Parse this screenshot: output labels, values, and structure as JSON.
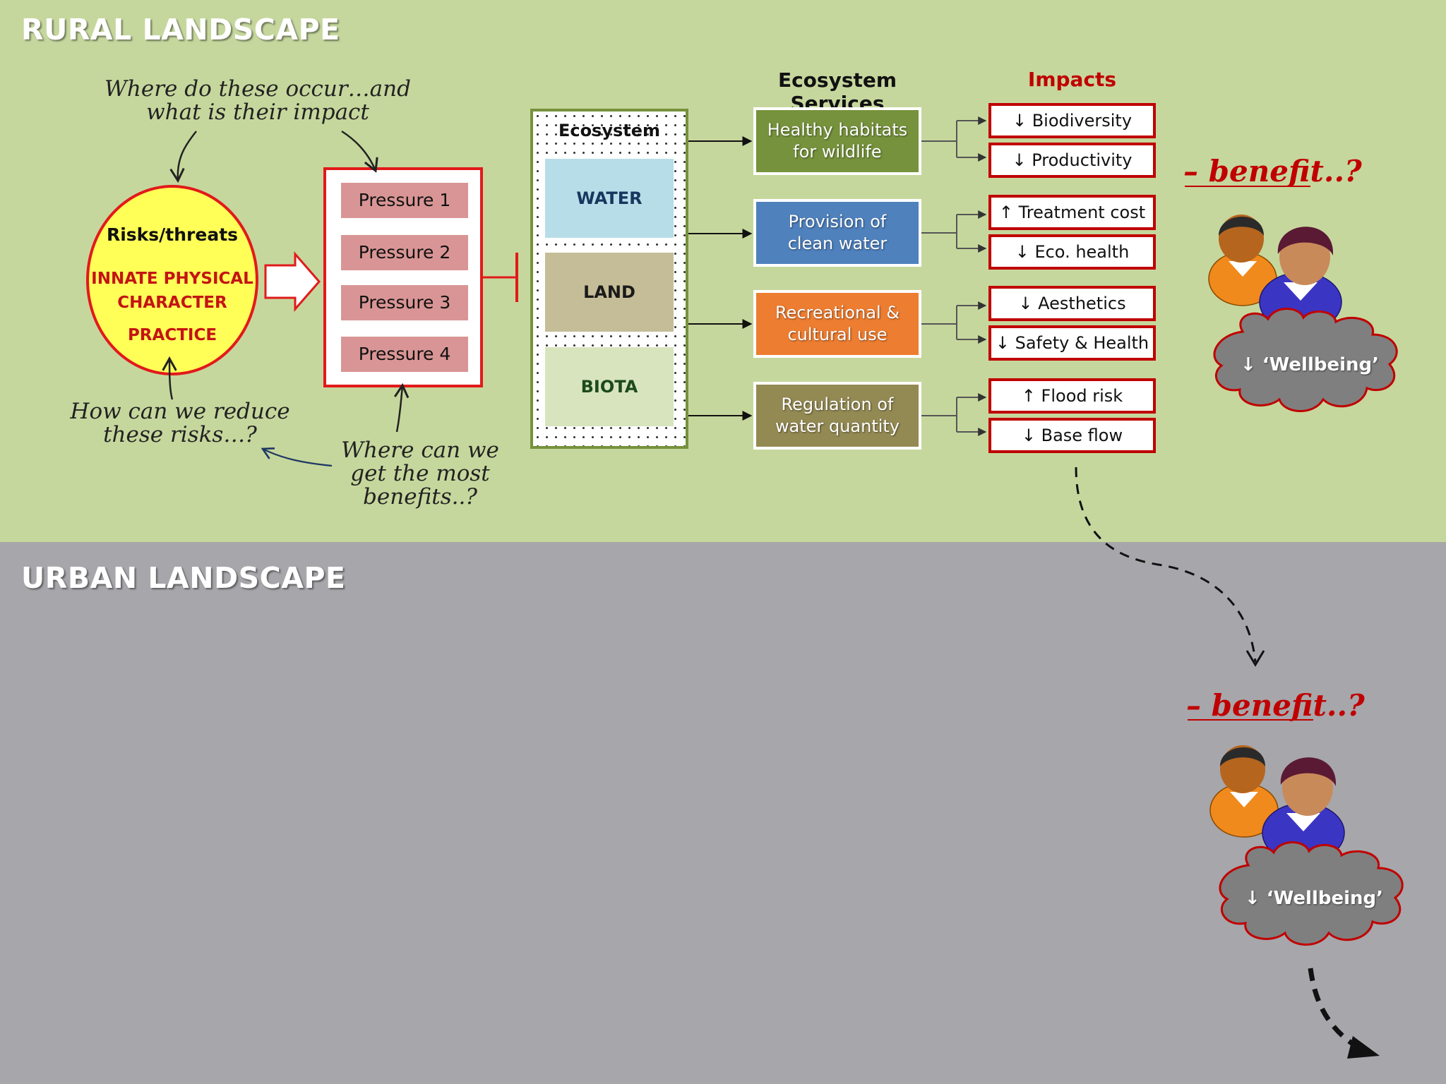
{
  "sections": {
    "rural_title": "RURAL LANDSCAPE",
    "urban_title": "URBAN LANDSCAPE"
  },
  "colors": {
    "rural_bg": "#c6d79d",
    "urban_bg": "#a7a6aa",
    "risk_fill": "#ffff57",
    "accent_red": "#c00000",
    "pressure_fill": "#d99595"
  },
  "annotations": {
    "where_occur_1": "Where do these occur…and",
    "where_occur_2": "what is their impact",
    "reduce_1": "How can we reduce",
    "reduce_2": "these risks…?",
    "benefits_1": "Where can we",
    "benefits_2": "get the most",
    "benefits_3": "benefits..?"
  },
  "risks": {
    "title": "Risks/threats",
    "innate_1": "INNATE PHYSICAL",
    "innate_2": "CHARACTER",
    "practice": "PRACTICE"
  },
  "pressures": [
    "Pressure 1",
    "Pressure 2",
    "Pressure 3",
    "Pressure 4"
  ],
  "ecosystem": {
    "title": "Ecosystem",
    "water": "WATER",
    "land": "LAND",
    "biota": "BIOTA"
  },
  "headings": {
    "services": "Ecosystem Services",
    "impacts": "Impacts"
  },
  "services": [
    {
      "line1": "Healthy habitats",
      "line2": "for wildlife",
      "color": "#76923c"
    },
    {
      "line1": "Provision of",
      "line2": "clean water",
      "color": "#4f81bd"
    },
    {
      "line1": "Recreational &",
      "line2": "cultural use",
      "color": "#ed7d31"
    },
    {
      "line1": "Regulation of",
      "line2": "water quantity",
      "color": "#938953"
    }
  ],
  "impacts": [
    "↓ Biodiversity",
    "↓ Productivity",
    "↑ Treatment cost",
    "↓ Eco. health",
    "↓ Aesthetics",
    "↓ Safety & Health",
    "↑ Flood risk",
    "↓ Base flow"
  ],
  "benefit_text": "– benefit..?",
  "wellbeing_text": "↓ ‘Wellbeing’"
}
